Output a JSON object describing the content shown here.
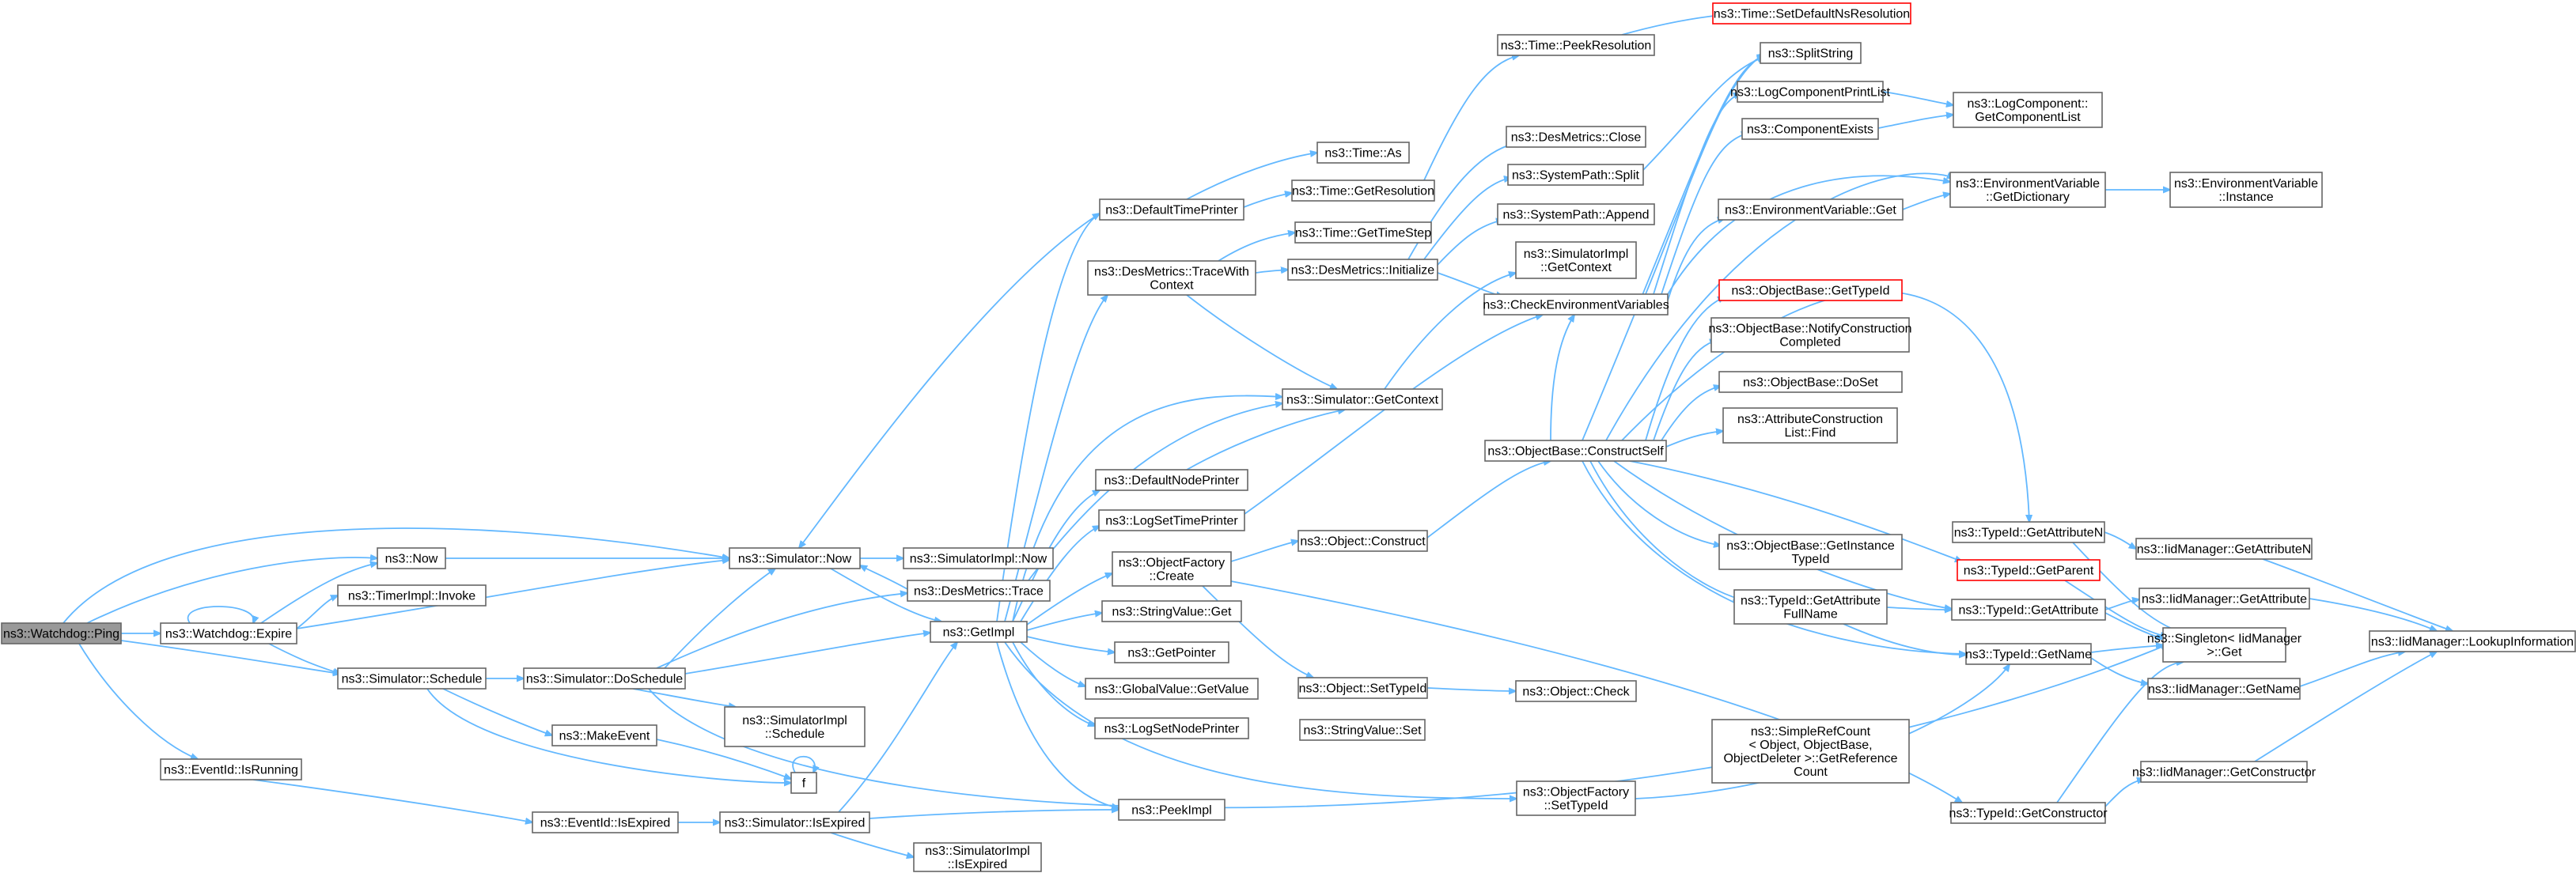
{
  "colors": {
    "edge": "#63b8ff",
    "root_fill": "#999999",
    "border": "#666666",
    "missing_border": "#ff0000"
  },
  "nodes": [
    {
      "id": "ping",
      "lines": [
        "ns3::Watchdog::Ping"
      ],
      "root": true
    },
    {
      "id": "expire",
      "lines": [
        "ns3::Watchdog::Expire"
      ]
    },
    {
      "id": "eventid_isrunning",
      "lines": [
        "ns3::EventId::IsRunning"
      ]
    },
    {
      "id": "now",
      "lines": [
        "ns3::Now"
      ]
    },
    {
      "id": "timerimpl_invoke",
      "lines": [
        "ns3::TimerImpl::Invoke"
      ]
    },
    {
      "id": "sim_schedule",
      "lines": [
        "ns3::Simulator::Schedule"
      ]
    },
    {
      "id": "sim_now",
      "lines": [
        "ns3::Simulator::Now"
      ]
    },
    {
      "id": "sim_doschedule",
      "lines": [
        "ns3::Simulator::DoSchedule"
      ]
    },
    {
      "id": "makeevent",
      "lines": [
        "ns3::MakeEvent"
      ]
    },
    {
      "id": "f",
      "lines": [
        "f"
      ]
    },
    {
      "id": "eventid_isexpired",
      "lines": [
        "ns3::EventId::IsExpired"
      ]
    },
    {
      "id": "simimpl_schedule",
      "lines": [
        "ns3::SimulatorImpl",
        "::Schedule"
      ]
    },
    {
      "id": "sim_isexpired",
      "lines": [
        "ns3::Simulator::IsExpired"
      ]
    },
    {
      "id": "simimpl_isexpired",
      "lines": [
        "ns3::SimulatorImpl",
        "::IsExpired"
      ]
    },
    {
      "id": "simimpl_now",
      "lines": [
        "ns3::SimulatorImpl::Now"
      ]
    },
    {
      "id": "desmetrics_trace",
      "lines": [
        "ns3::DesMetrics::Trace"
      ]
    },
    {
      "id": "getimpl",
      "lines": [
        "ns3::GetImpl"
      ]
    },
    {
      "id": "defaulttimeprinter",
      "lines": [
        "ns3::DefaultTimePrinter"
      ]
    },
    {
      "id": "desmetrics_tracewithcontext",
      "lines": [
        "ns3::DesMetrics::TraceWith",
        "Context"
      ]
    },
    {
      "id": "defaultnodeprinter",
      "lines": [
        "ns3::DefaultNodePrinter"
      ]
    },
    {
      "id": "logsettimeprinter",
      "lines": [
        "ns3::LogSetTimePrinter"
      ]
    },
    {
      "id": "objectfactory_create",
      "lines": [
        "ns3::ObjectFactory",
        "::Create"
      ]
    },
    {
      "id": "stringvalue_get",
      "lines": [
        "ns3::StringValue::Get"
      ]
    },
    {
      "id": "getpointer",
      "lines": [
        "ns3::GetPointer"
      ]
    },
    {
      "id": "globalvalue_getvalue",
      "lines": [
        "ns3::GlobalValue::GetValue"
      ]
    },
    {
      "id": "logsetnodeprinter",
      "lines": [
        "ns3::LogSetNodePrinter"
      ]
    },
    {
      "id": "peekimpl",
      "lines": [
        "ns3::PeekImpl"
      ]
    },
    {
      "id": "objectfactory_settypeid",
      "lines": [
        "ns3::ObjectFactory",
        "::SetTypeId"
      ]
    },
    {
      "id": "time_as",
      "lines": [
        "ns3::Time::As"
      ]
    },
    {
      "id": "time_getresolution",
      "lines": [
        "ns3::Time::GetResolution"
      ]
    },
    {
      "id": "time_gettimestep",
      "lines": [
        "ns3::Time::GetTimeStep"
      ]
    },
    {
      "id": "desmetrics_initialize",
      "lines": [
        "ns3::DesMetrics::Initialize"
      ]
    },
    {
      "id": "sim_getcontext",
      "lines": [
        "ns3::Simulator::GetContext"
      ]
    },
    {
      "id": "object_construct",
      "lines": [
        "ns3::Object::Construct"
      ]
    },
    {
      "id": "object_settypeid",
      "lines": [
        "ns3::Object::SetTypeId"
      ]
    },
    {
      "id": "stringvalue_set",
      "lines": [
        "ns3::StringValue::Set"
      ]
    },
    {
      "id": "time_peekresolution",
      "lines": [
        "ns3::Time::PeekResolution"
      ]
    },
    {
      "id": "desmetrics_close",
      "lines": [
        "ns3::DesMetrics::Close"
      ]
    },
    {
      "id": "systempath_split",
      "lines": [
        "ns3::SystemPath::Split"
      ]
    },
    {
      "id": "systempath_append",
      "lines": [
        "ns3::SystemPath::Append"
      ]
    },
    {
      "id": "simimpl_getcontext",
      "lines": [
        "ns3::SimulatorImpl",
        "::GetContext"
      ]
    },
    {
      "id": "checkenv",
      "lines": [
        "ns3::CheckEnvironmentVariables"
      ]
    },
    {
      "id": "objectbase_constructself",
      "lines": [
        "ns3::ObjectBase::ConstructSelf"
      ]
    },
    {
      "id": "object_check",
      "lines": [
        "ns3::Object::Check"
      ]
    },
    {
      "id": "time_setdefaultnsresolution",
      "lines": [
        "ns3::Time::SetDefaultNsResolution"
      ],
      "red": true
    },
    {
      "id": "splitstring",
      "lines": [
        "ns3::SplitString"
      ]
    },
    {
      "id": "logcomponentprintlist",
      "lines": [
        "ns3::LogComponentPrintList"
      ]
    },
    {
      "id": "componentexists",
      "lines": [
        "ns3::ComponentExists"
      ]
    },
    {
      "id": "envvar_get",
      "lines": [
        "ns3::EnvironmentVariable::Get"
      ]
    },
    {
      "id": "objectbase_gettypeid",
      "lines": [
        "ns3::ObjectBase::GetTypeId"
      ],
      "red": true
    },
    {
      "id": "objectbase_notifyconstruction",
      "lines": [
        "ns3::ObjectBase::NotifyConstruction",
        "Completed"
      ]
    },
    {
      "id": "objectbase_doset",
      "lines": [
        "ns3::ObjectBase::DoSet"
      ]
    },
    {
      "id": "attributeconstructionlist_find",
      "lines": [
        "ns3::AttributeConstruction",
        "List::Find"
      ]
    },
    {
      "id": "objectbase_getinstancetypeid",
      "lines": [
        "ns3::ObjectBase::GetInstance",
        "TypeId"
      ]
    },
    {
      "id": "typeid_getattributefullname",
      "lines": [
        "ns3::TypeId::GetAttribute",
        "FullName"
      ]
    },
    {
      "id": "simplerefcount",
      "lines": [
        "ns3::SimpleRefCount",
        "< Object, ObjectBase,",
        "ObjectDeleter >::GetReference",
        "Count"
      ]
    },
    {
      "id": "logcomponent_getcomponentlist",
      "lines": [
        "ns3::LogComponent::",
        "GetComponentList"
      ]
    },
    {
      "id": "envvar_getdictionary",
      "lines": [
        "ns3::EnvironmentVariable",
        "::GetDictionary"
      ]
    },
    {
      "id": "typeid_getattributen",
      "lines": [
        "ns3::TypeId::GetAttributeN"
      ]
    },
    {
      "id": "typeid_getparent",
      "lines": [
        "ns3::TypeId::GetParent"
      ],
      "red": true
    },
    {
      "id": "typeid_getattribute",
      "lines": [
        "ns3::TypeId::GetAttribute"
      ]
    },
    {
      "id": "typeid_getname",
      "lines": [
        "ns3::TypeId::GetName"
      ]
    },
    {
      "id": "typeid_getconstructor",
      "lines": [
        "ns3::TypeId::GetConstructor"
      ]
    },
    {
      "id": "envvar_instance",
      "lines": [
        "ns3::EnvironmentVariable",
        "::Instance"
      ]
    },
    {
      "id": "iidmanager_getattributen",
      "lines": [
        "ns3::IidManager::GetAttributeN"
      ]
    },
    {
      "id": "iidmanager_getattribute",
      "lines": [
        "ns3::IidManager::GetAttribute"
      ]
    },
    {
      "id": "singleton_get",
      "lines": [
        "ns3::Singleton< IidManager",
        ">::Get"
      ]
    },
    {
      "id": "iidmanager_getname",
      "lines": [
        "ns3::IidManager::GetName"
      ]
    },
    {
      "id": "iidmanager_getconstructor",
      "lines": [
        "ns3::IidManager::GetConstructor"
      ]
    },
    {
      "id": "iidmanager_lookupinformation",
      "lines": [
        "ns3::IidManager::LookupInformation"
      ]
    }
  ]
}
